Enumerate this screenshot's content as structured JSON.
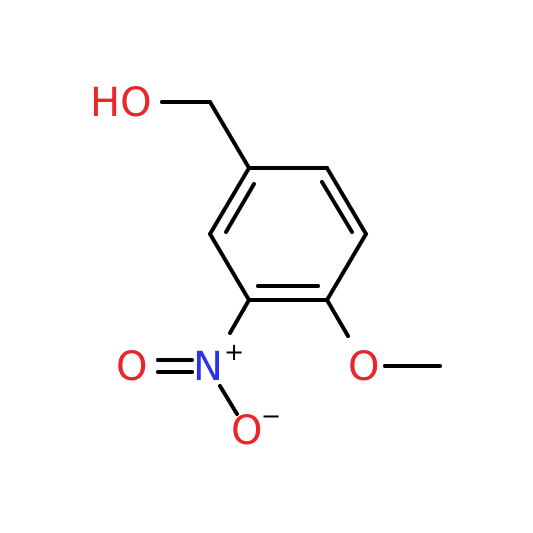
{
  "molecule": {
    "atoms": {
      "hydroxyl": "HO",
      "nitro_n": "N",
      "nitro_o_double": "O",
      "nitro_o_single": "O",
      "methoxy_o": "O"
    },
    "charges": {
      "nitro_n": "+",
      "nitro_o_single": "−"
    }
  },
  "colors": {
    "bond": "#000000",
    "oxygen": "#e8262b",
    "nitrogen": "#2a34e6",
    "background": "#ffffff"
  }
}
